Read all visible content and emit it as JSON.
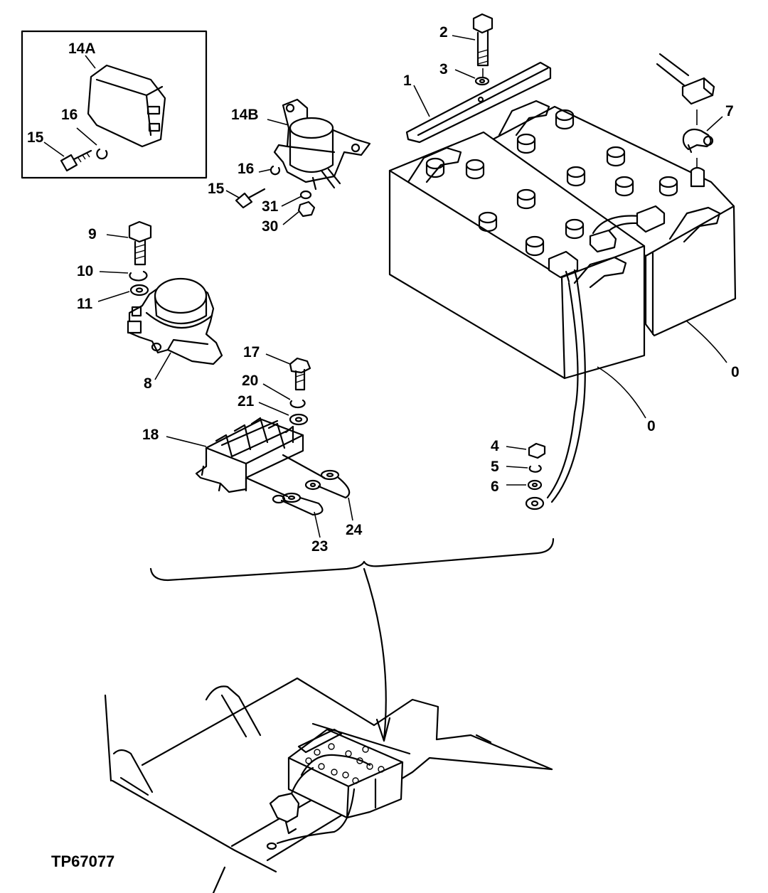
{
  "figure_id": "TP67077",
  "callouts": {
    "c14A": "14A",
    "c16a": "16",
    "c15a": "15",
    "c14B": "14B",
    "c16b": "16",
    "c15b": "15",
    "c31": "31",
    "c30": "30",
    "c9": "9",
    "c10": "10",
    "c11": "11",
    "c8": "8",
    "c17": "17",
    "c20": "20",
    "c21": "21",
    "c18": "18",
    "c23": "23",
    "c24": "24",
    "c2": "2",
    "c3": "3",
    "c1": "1",
    "c7": "7",
    "c0a": "0",
    "c0b": "0",
    "c4": "4",
    "c5": "5",
    "c6": "6"
  }
}
